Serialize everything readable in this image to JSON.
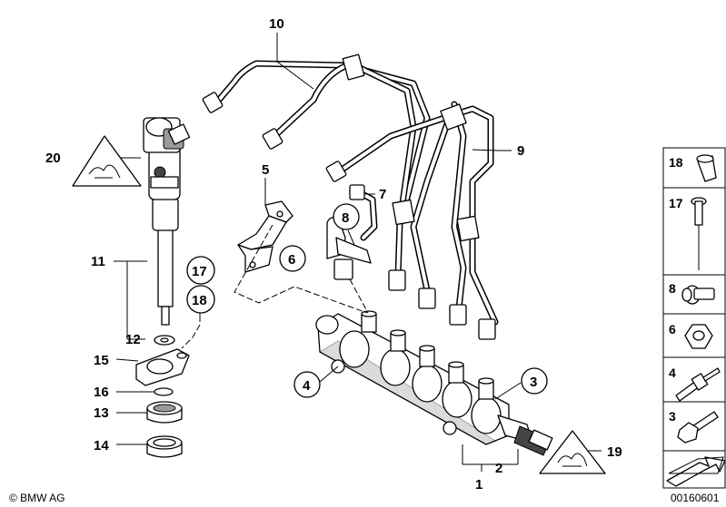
{
  "callouts": {
    "p1": "1",
    "p2": "2",
    "p3": "3",
    "p4": "4",
    "p5": "5",
    "p6": "6",
    "p7": "7",
    "p8": "8",
    "p9": "9",
    "p10": "10",
    "p11": "11",
    "p12": "12",
    "p13": "13",
    "p14": "14",
    "p15": "15",
    "p16": "16",
    "p17": "17",
    "p18": "18",
    "p19": "19",
    "p20": "20"
  },
  "sidebar": {
    "items": [
      {
        "label": "18",
        "icon": "sleeve-icon"
      },
      {
        "label": "17",
        "icon": "rivet-icon"
      },
      {
        "label": "8",
        "icon": "screw-washer-icon"
      },
      {
        "label": "6",
        "icon": "hex-nut-icon"
      },
      {
        "label": "4",
        "icon": "stud-bolt-icon"
      },
      {
        "label": "3",
        "icon": "hex-bolt-icon"
      }
    ]
  },
  "footer": {
    "copyright": "© BMW AG",
    "diagram_number": "00160601"
  },
  "colors": {
    "line": "#000000",
    "shade": "#9a9a9a",
    "sidebar_border": "#000000"
  }
}
